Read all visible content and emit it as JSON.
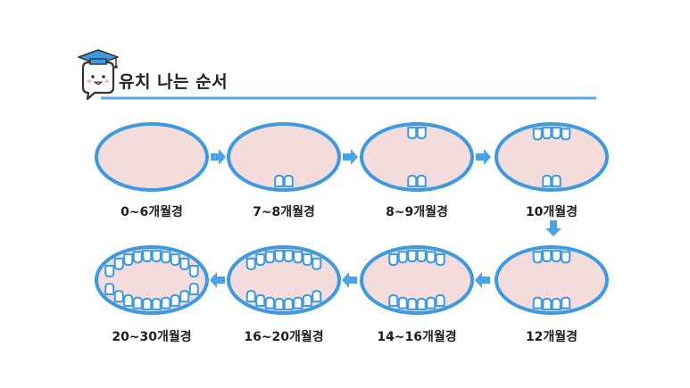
{
  "header": {
    "title": "유치 나는 순서",
    "mascot_icon": "graduate-tooth-mascot-icon",
    "underline_color": "#5aa9e6"
  },
  "colors": {
    "mouth_fill": "#f5dcdc",
    "mouth_outline": "#3d9ae0",
    "tooth_fill": "#ffffff",
    "arrow": "#4aa3e6"
  },
  "stages": [
    {
      "label": "0~6개월경",
      "upper_teeth": 0,
      "lower_teeth": 0
    },
    {
      "label": "7~8개월경",
      "upper_teeth": 0,
      "lower_teeth": 2
    },
    {
      "label": "8~9개월경",
      "upper_teeth": 2,
      "lower_teeth": 2
    },
    {
      "label": "10개월경",
      "upper_teeth": 4,
      "lower_teeth": 2
    },
    {
      "label": "12개월경",
      "upper_teeth": 4,
      "lower_teeth": 4
    },
    {
      "label": "14~16개월경",
      "upper_teeth": 6,
      "lower_teeth": 6
    },
    {
      "label": "16~20개월경",
      "upper_teeth": 8,
      "lower_teeth": 8
    },
    {
      "label": "20~30개월경",
      "upper_teeth": 10,
      "lower_teeth": 10
    }
  ],
  "arrows": [
    "right",
    "right",
    "right",
    "down",
    "left",
    "left",
    "left"
  ]
}
